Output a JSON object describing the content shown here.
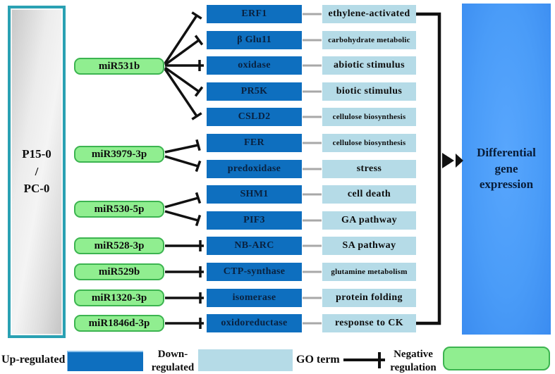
{
  "sample": {
    "line1": "P15-0",
    "line2": "/",
    "line3": "PC-0"
  },
  "mirnas": [
    {
      "label": "miR531b",
      "targets": [
        "ERF1",
        "β Glu11",
        "oxidase",
        "PR5K",
        "CSLD2"
      ]
    },
    {
      "label": "miR3979-3p",
      "targets": [
        "FER",
        "predoxidase"
      ]
    },
    {
      "label": "miR530-5p",
      "targets": [
        "SHM1",
        "PIF3"
      ]
    },
    {
      "label": "miR528-3p",
      "targets": [
        "NB-ARC"
      ]
    },
    {
      "label": "miR529b",
      "targets": [
        "CTP-synthase"
      ]
    },
    {
      "label": "miR1320-3p",
      "targets": [
        "isomerase"
      ]
    },
    {
      "label": "miR1846d-3p",
      "targets": [
        "oxidoreductase"
      ]
    }
  ],
  "rows": [
    {
      "gene": "ERF1",
      "go": "ethylene-activated"
    },
    {
      "gene": "β Glu11",
      "go": "carbohydrate metabolic"
    },
    {
      "gene": "oxidase",
      "go": "abiotic stimulus"
    },
    {
      "gene": "PR5K",
      "go": "biotic stimulus"
    },
    {
      "gene": "CSLD2",
      "go": "cellulose biosynthesis"
    },
    {
      "gene": "FER",
      "go": "cellulose biosynthesis"
    },
    {
      "gene": "predoxidase",
      "go": "stress"
    },
    {
      "gene": "SHM1",
      "go": "cell death"
    },
    {
      "gene": "PIF3",
      "go": "GA pathway"
    },
    {
      "gene": "NB-ARC",
      "go": "SA pathway"
    },
    {
      "gene": "CTP-synthase",
      "go": "glutamine metabolism"
    },
    {
      "gene": "isomerase",
      "go": "protein folding"
    },
    {
      "gene": "oxidoreductase",
      "go": "response to CK"
    }
  ],
  "output": {
    "line1": "Differential",
    "line2": "gene",
    "line3": "expression"
  },
  "legend": {
    "up": "Up-regulated",
    "down_line1": "Down-",
    "down_line2": "regulated",
    "go_term": "GO term",
    "neg_line1": "Negative",
    "neg_line2": "regulation"
  },
  "colors": {
    "up_regulated": "#0e6fbf",
    "down_regulated": "#b5dbe7",
    "negative_regulation_fill": "#90ee90",
    "negative_regulation_border": "#3cb450",
    "sample_box_border": "#2aa1b3",
    "output_box_fill": "#4a9cf8",
    "connector_black": "#111111",
    "connector_gray": "#a8a8a8"
  }
}
